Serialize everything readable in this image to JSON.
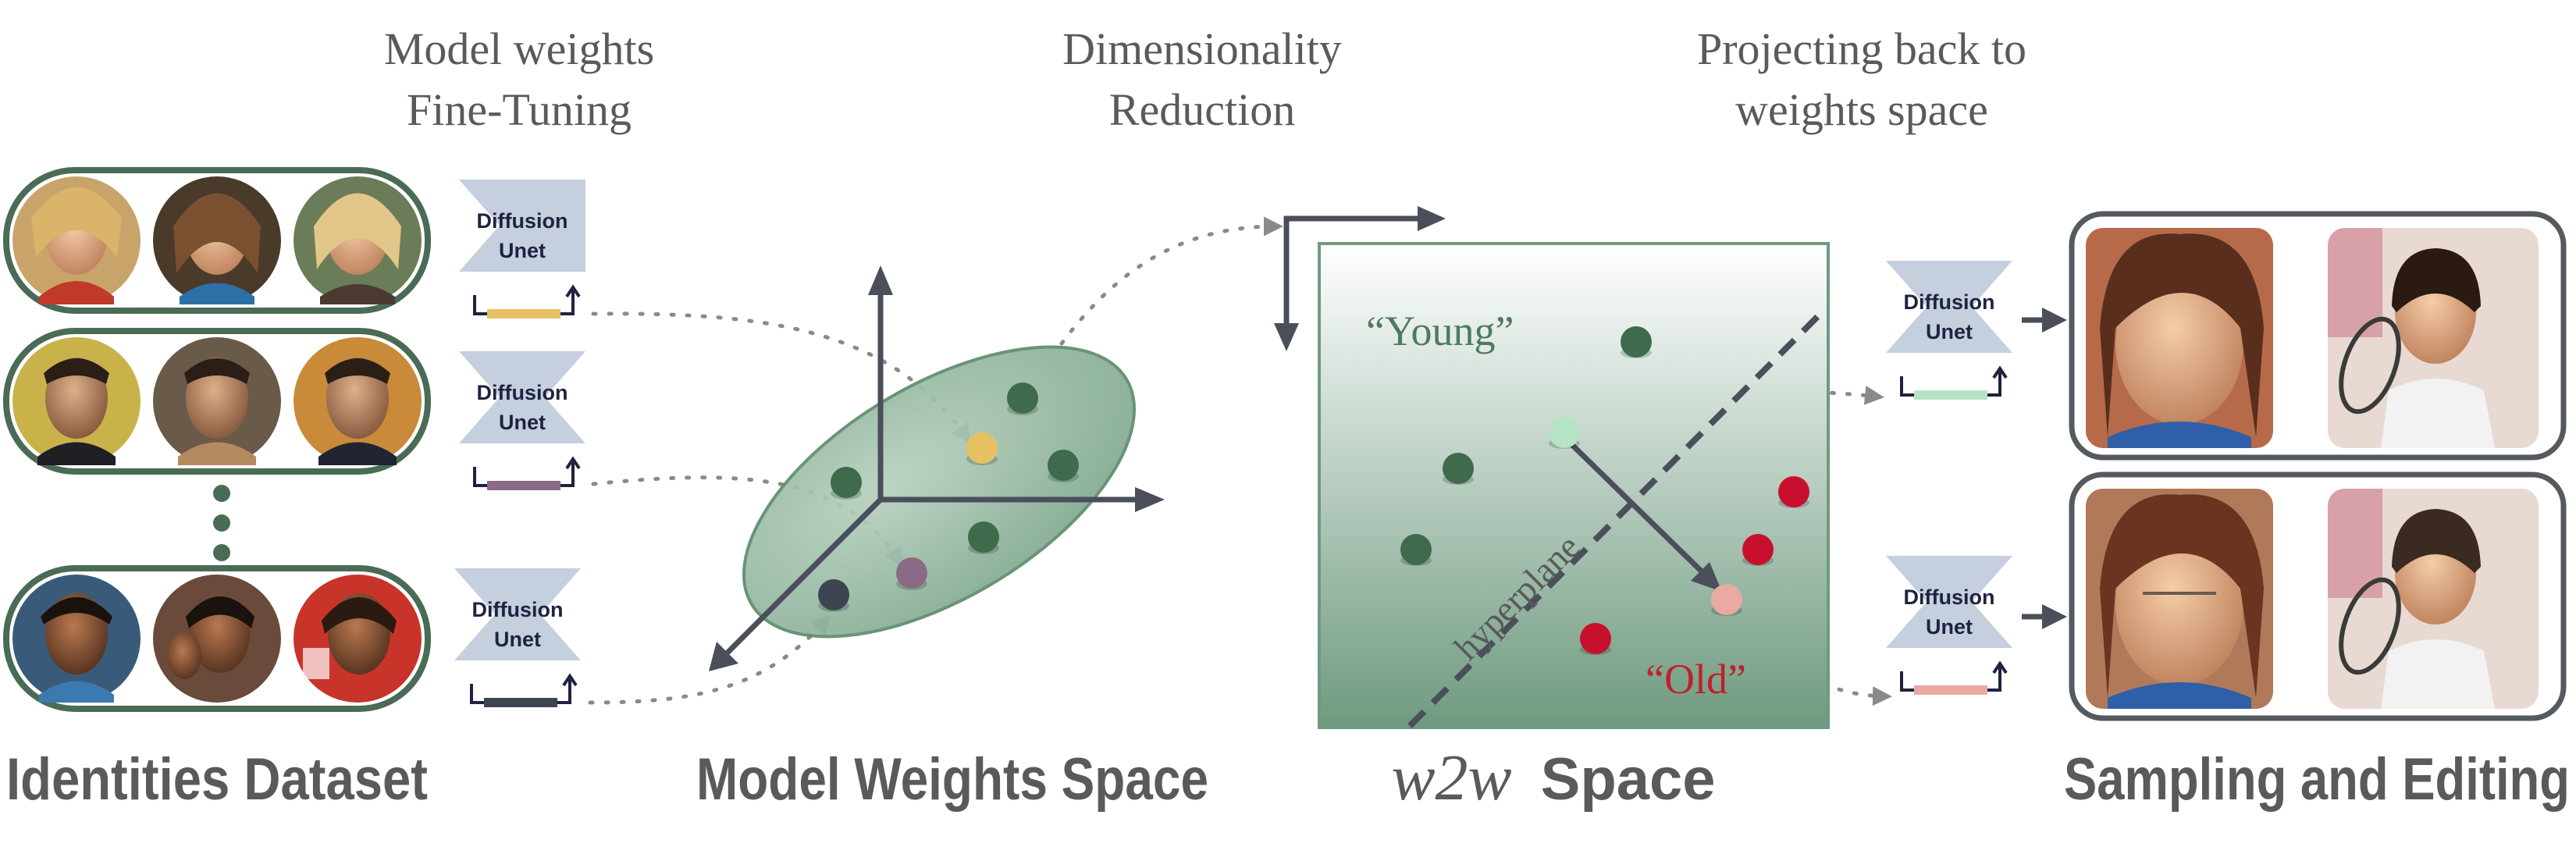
{
  "stage_titles": {
    "finetune_line1": "Model weights",
    "finetune_line2": "Fine-Tuning",
    "dimred_line1": "Dimensionality",
    "dimred_line2": "Reduction",
    "project_line1": "Projecting back to",
    "project_line2": "weights space"
  },
  "section_titles": {
    "identities": "Identities Dataset",
    "weights_space": "Model Weights Space",
    "w2w_italic": "w2w",
    "w2w_rest": "Space",
    "sampling": "Sampling and Editing"
  },
  "unet": {
    "line1": "Diffusion",
    "line2": "Unet"
  },
  "w2w_labels": {
    "young": "“Young”",
    "old": "“Old”",
    "hyperplane": "hyperplane"
  },
  "identity_rows": [
    {
      "name": "identity-row-1",
      "weight_color": "#e6c063"
    },
    {
      "name": "identity-row-2",
      "weight_color": "#8a6a85"
    },
    {
      "name": "identity-row-3",
      "weight_color": "#3e4552"
    }
  ],
  "weight_points": [
    {
      "color": "#e6c063"
    },
    {
      "color": "#8a6a85"
    },
    {
      "color": "#3e4552"
    }
  ],
  "output_weight_colors": [
    "#b6e3c6",
    "#e9aaa1"
  ],
  "colors": {
    "frame_green": "#4a6b55",
    "dark_green_point": "#3f6b4c",
    "red_point": "#c8102e",
    "young_text": "#4f7a62",
    "old_text": "#c0202a",
    "output_frame": "#555a60",
    "unet_fill": "#c5cfdd"
  }
}
